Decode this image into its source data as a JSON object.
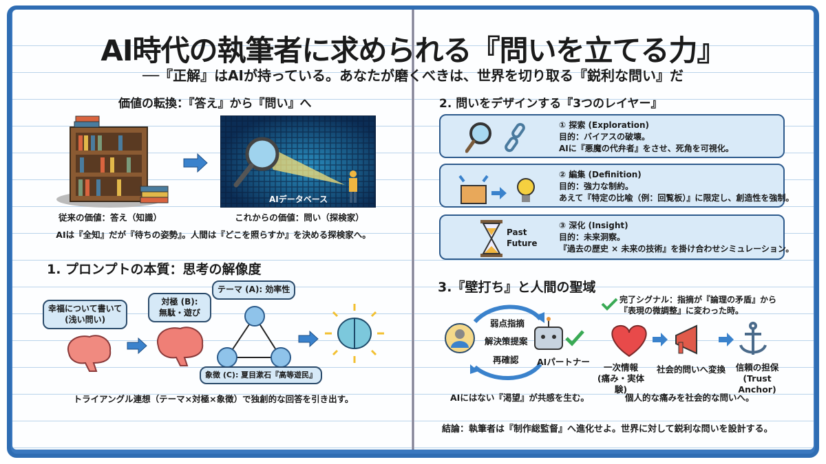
{
  "title": "AI時代の執筆者に求められる『問いを立てる力』",
  "subtitle": "──『正解』はAIが持っている。あなたが磨くべきは、世界を切り取る『鋭利な問い』だ",
  "left": {
    "value_shift": {
      "heading": "価値の転換：『答え』から『問い』へ",
      "image_label": "AIデータベース",
      "caption_old": "従来の価値：答え（知識）",
      "caption_new": "これからの価値：問い（探検家）",
      "summary": "AIは『全知』だが『待ちの姿勢』。人間は『どこを照らすか』を決める探検家へ。"
    },
    "prompt": {
      "heading": "1. プロンプトの本質：思考の解像度",
      "bubble_shallow": "幸福について書いて\n(浅い問い)",
      "bubble_opposite": "対極 (B):\n無駄・遊び",
      "bubble_theme": "テーマ (A): 効率性",
      "bubble_symbol": "象徴 (C): 夏目漱石『高等遊民』",
      "summary": "トライアングル連想（テーマ×対極×象徴）で独創的な回答を引き出す。"
    }
  },
  "right": {
    "layers": {
      "heading": "2. 問いをデザインする『3つのレイヤー』",
      "items": [
        {
          "title": "① 探索 (Exploration)",
          "line1": "目的：バイアスの破壊。",
          "line2": "AIに『悪魔の代弁者』をさせ、死角を可視化。"
        },
        {
          "title": "② 編集 (Definition)",
          "line1": "目的：強力な制約。",
          "line2": "あえて『特定の比喩（例：回覧板）』に限定し、創造性を強制。"
        },
        {
          "title": "③ 深化 (Insight)",
          "line1": "目的：未来洞察。",
          "line2": "『過去の歴史 × 未来の技術』を掛け合わせシミュレーション。"
        }
      ],
      "hourglass_past": "Past",
      "hourglass_future": "Future"
    },
    "wall": {
      "heading": "3.『壁打ち』と人間の聖域",
      "loop_top": "弱点指摘",
      "loop_mid": "解決策提案",
      "loop_bottom": "再確認",
      "ai_partner": "AIパートナー",
      "signal": "完了シグナル：指摘が『論理の矛盾』から\n『表現の微調整』に変わった時。",
      "flow": [
        {
          "label": "一次情報\n(痛み・実体験)"
        },
        {
          "label": "社会的問いへ変換"
        },
        {
          "label": "信頼の担保\n(Trust Anchor)"
        }
      ],
      "caption_left": "AIにはない『渇望』が共感を生む。",
      "caption_right": "個人的な痛みを社会的な問いへ。"
    },
    "conclusion": "結論：執筆者は『制作総監督』へ進化せよ。世界に対して鋭利な問いを設計する。"
  },
  "colors": {
    "frame": "#2f6db3",
    "bubble": "#d6e9f7",
    "arrow": "#3a82cc",
    "check": "#3aaa55"
  }
}
